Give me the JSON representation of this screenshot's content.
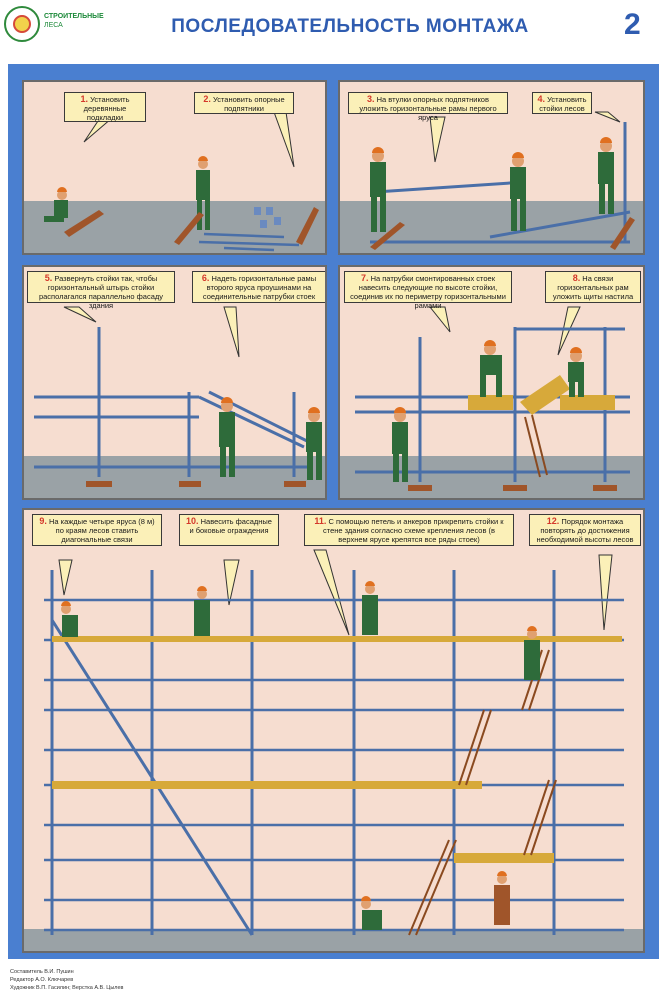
{
  "header": {
    "series": "СТРОИТЕЛЬНЫЕ",
    "series_sub": "ЛЕСА",
    "title": "ПОСЛЕДОВАТЕЛЬНОСТЬ МОНТАЖА",
    "page_number": "2"
  },
  "steps": [
    {
      "n": "1.",
      "text": "Установить деревянные подкладки"
    },
    {
      "n": "2.",
      "text": "Установить опорные подпятники"
    },
    {
      "n": "3.",
      "text": "На втулки опорных подпятников уложить горизонтальные рамы первого яруса"
    },
    {
      "n": "4.",
      "text": "Установить стойки лесов"
    },
    {
      "n": "5.",
      "text": "Развернуть стойки так, чтобы горизонтальный штырь стойки располагался параллельно фасаду здания"
    },
    {
      "n": "6.",
      "text": "Надеть горизонтальные рамы второго яруса проушинами на соединительные патрубки стоек"
    },
    {
      "n": "7.",
      "text": "На патрубки смонтированных стоек навесить следующие по высоте стойки, соединив их по периметру горизонтальными рамами"
    },
    {
      "n": "8.",
      "text": "На связи горизонтальных рам уложить щиты настила"
    },
    {
      "n": "9.",
      "text": "На каждые четыре яруса (8 м) по краям лесов ставить диагональные связи"
    },
    {
      "n": "10.",
      "text": "Навесить фасадные и боковые ограждения"
    },
    {
      "n": "11.",
      "text": "С помощью петель и анкеров прикрепить стойки к стене здания согласно схеме крепления лесов (в верхнем ярусе крепятся все ряды стоек)"
    },
    {
      "n": "12.",
      "text": "Порядок монтажа повторять до достижения необходимой высоты лесов"
    }
  ],
  "credits": [
    "Составитель В.И. Пушин",
    "Редактор А.О. Ключарев",
    "Художник В.П. Гасилин; Верстка А.В. Цылев"
  ]
}
